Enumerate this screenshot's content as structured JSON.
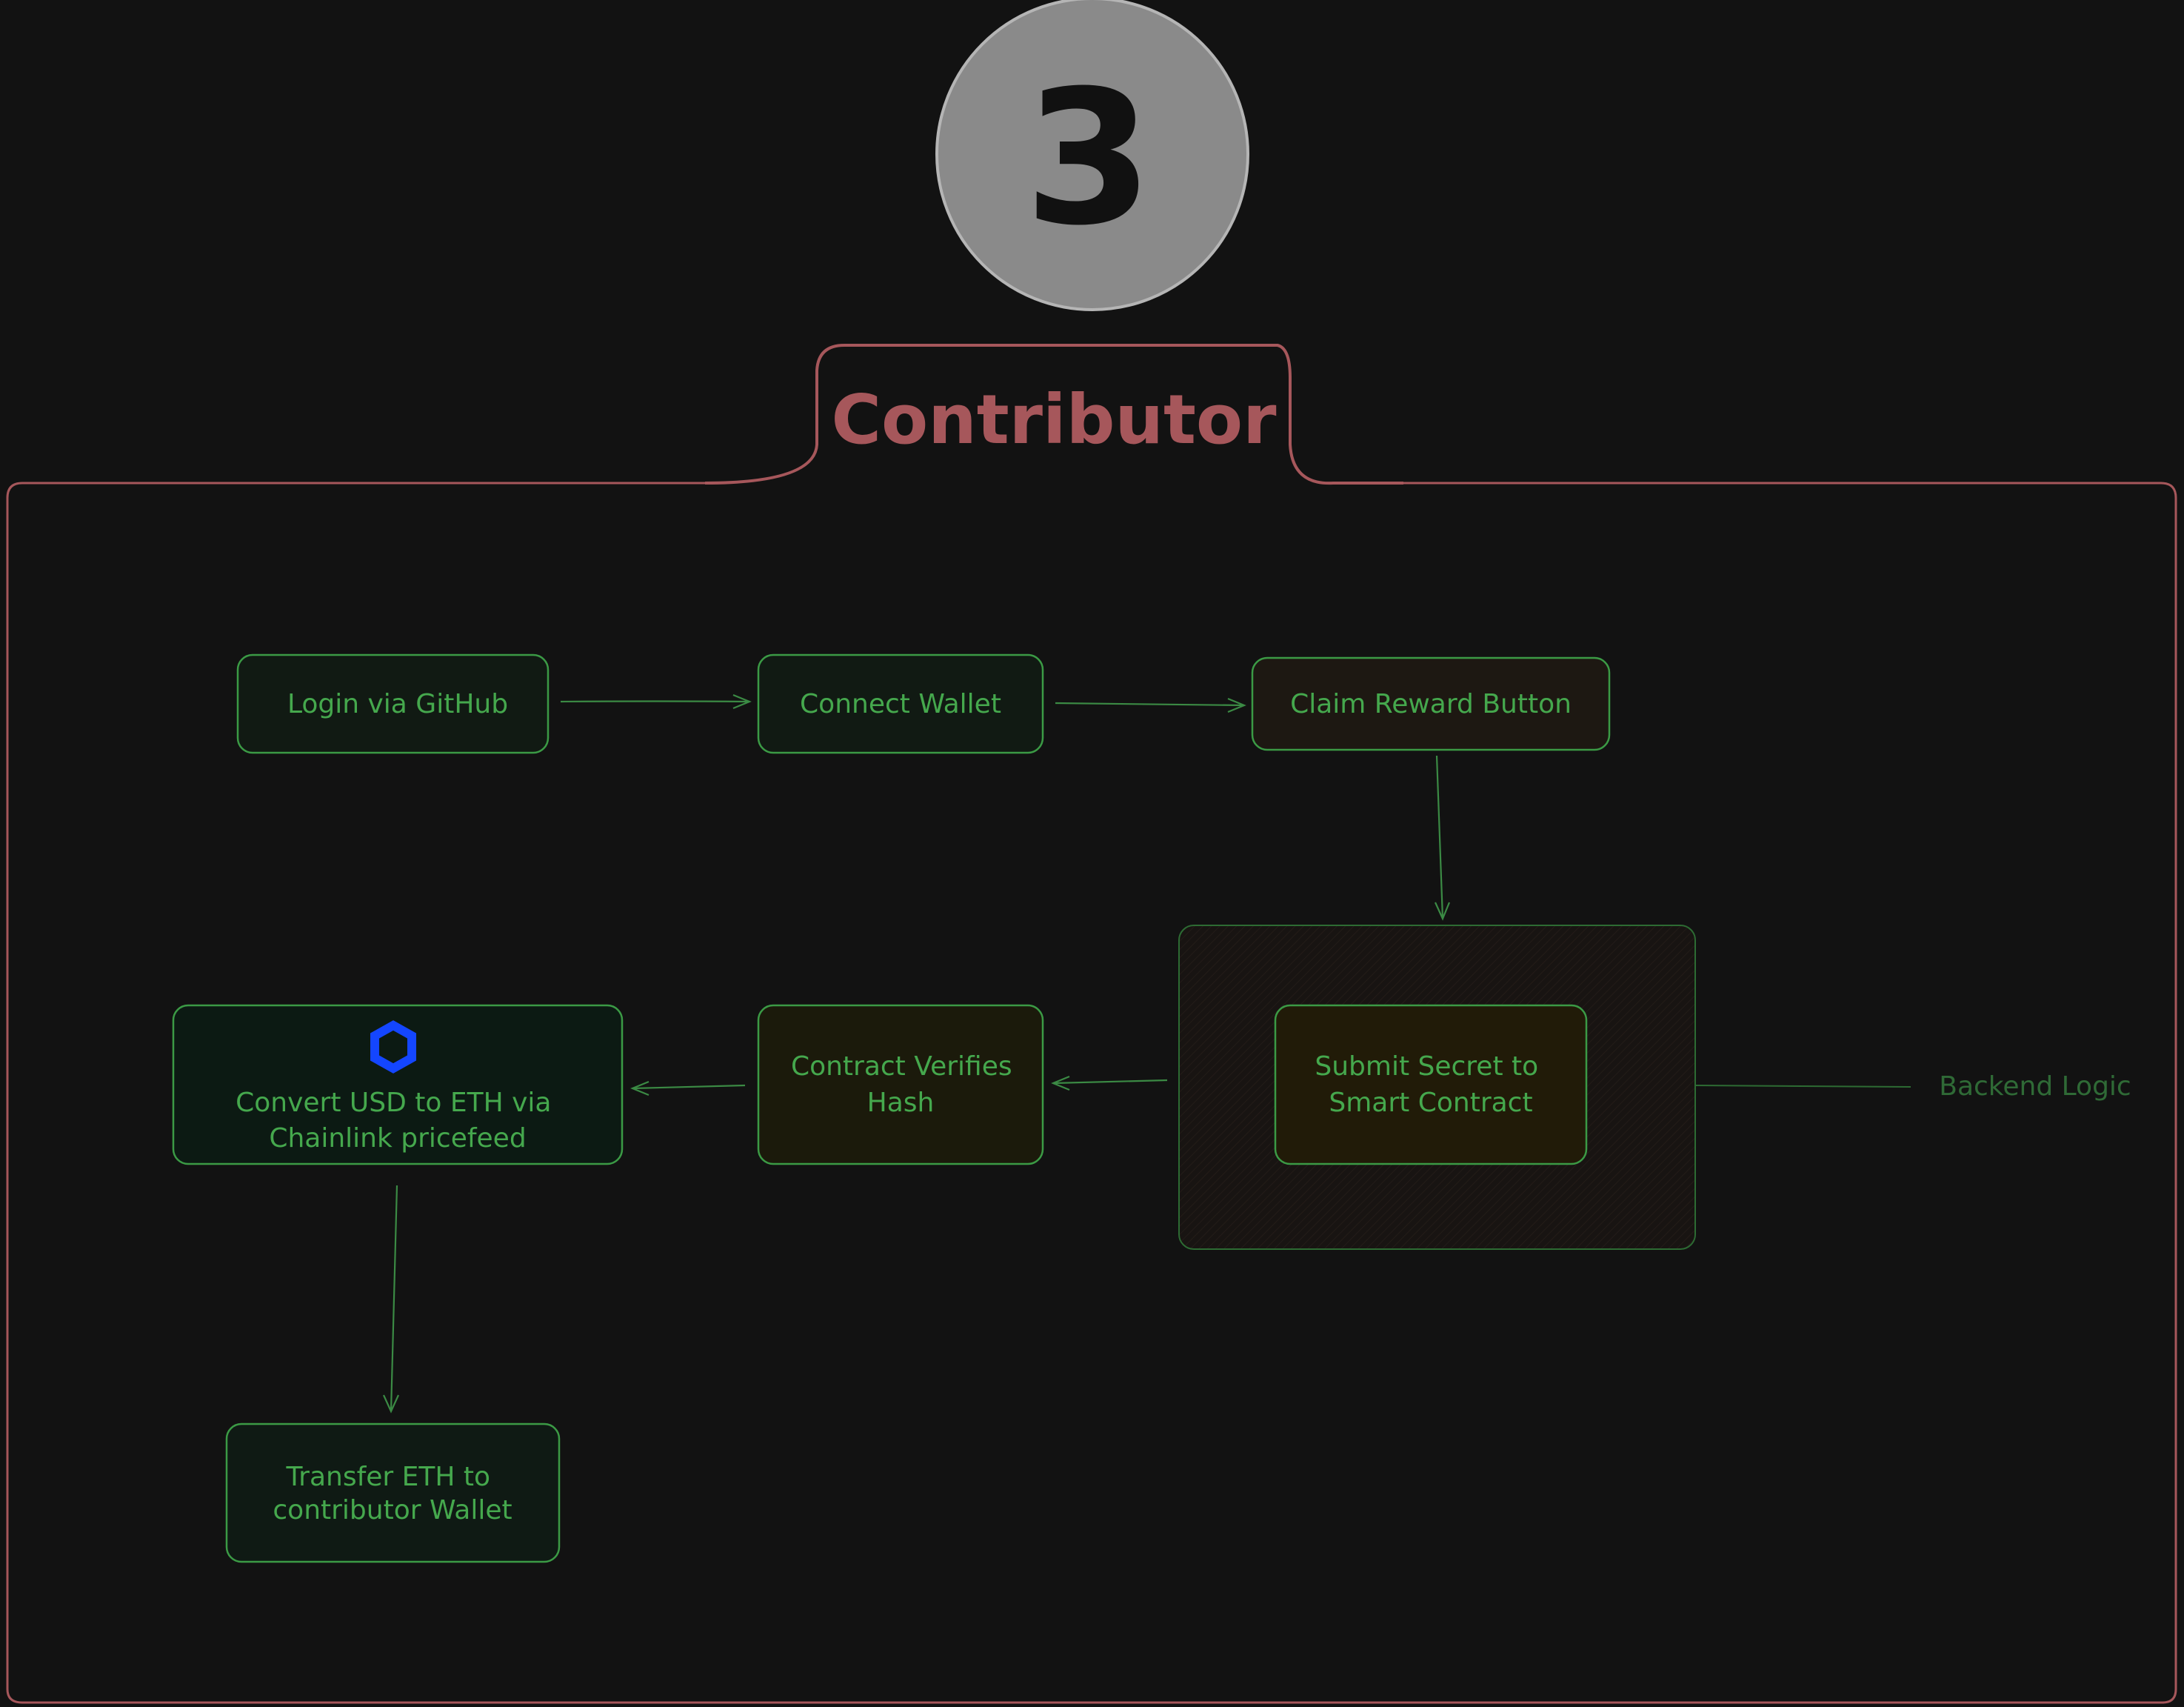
{
  "colors": {
    "background": "#121212",
    "frame": "#a6575b",
    "node_border": "#3b9a45",
    "node_text": "#45a84d",
    "badge_fill": "#8a8a8a",
    "chainlink": "#1446ff"
  },
  "badge": {
    "number": "3"
  },
  "title": "Contributor",
  "nodes": {
    "login": {
      "lines": [
        "Login via GitHub"
      ]
    },
    "connect_wallet": {
      "lines": [
        "Connect Wallet"
      ]
    },
    "claim_reward": {
      "lines": [
        "Claim Reward Button"
      ]
    },
    "submit_secret": {
      "lines": [
        "Submit Secret to",
        "Smart Contract"
      ]
    },
    "verify_hash": {
      "lines": [
        "Contract Verifies",
        "Hash"
      ]
    },
    "convert": {
      "lines": [
        "Convert USD to ETH via",
        "Chainlink pricefeed"
      ],
      "icon": "chainlink-hexagon-icon"
    },
    "transfer": {
      "lines": [
        "Transfer ETH to",
        "contributor Wallet"
      ]
    }
  },
  "group_label": "Backend Logic"
}
